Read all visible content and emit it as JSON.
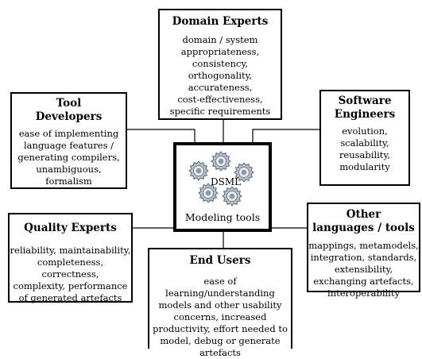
{
  "center": {
    "label": "DSML",
    "caption": "Modeling tools"
  },
  "stakeholders": [
    {
      "title": "Domain Experts",
      "lines": [
        "domain / system",
        "appropriateness,",
        "consistency, orthogonality,",
        "accurateness,",
        "cost-effectiveness,",
        "specific requirements"
      ]
    },
    {
      "title": "Tool\nDevelopers",
      "lines": [
        "ease of implementing",
        "language features /",
        "generating compilers,",
        "unambiguous, formalism"
      ]
    },
    {
      "title": "Software\nEngineers",
      "lines": [
        "evolution,",
        "scalability,",
        "reusability,",
        "modularity"
      ]
    },
    {
      "title": "Quality Experts",
      "lines": [
        "reliability, maintainability,",
        "completeness, correctness,",
        "complexity,  performance",
        "of generated artefacts"
      ]
    },
    {
      "title": "End Users",
      "lines": [
        "ease of learning/understanding",
        "models and other usability",
        "concerns, increased",
        "productivity, effort needed to",
        "model, debug or generate",
        "artefacts"
      ]
    },
    {
      "title": "Other\nlanguages / tools",
      "lines": [
        "mappings, metamodels,",
        "integration, standards,",
        "extensibility,",
        "exchanging artefacts,",
        "interoperability"
      ]
    }
  ]
}
